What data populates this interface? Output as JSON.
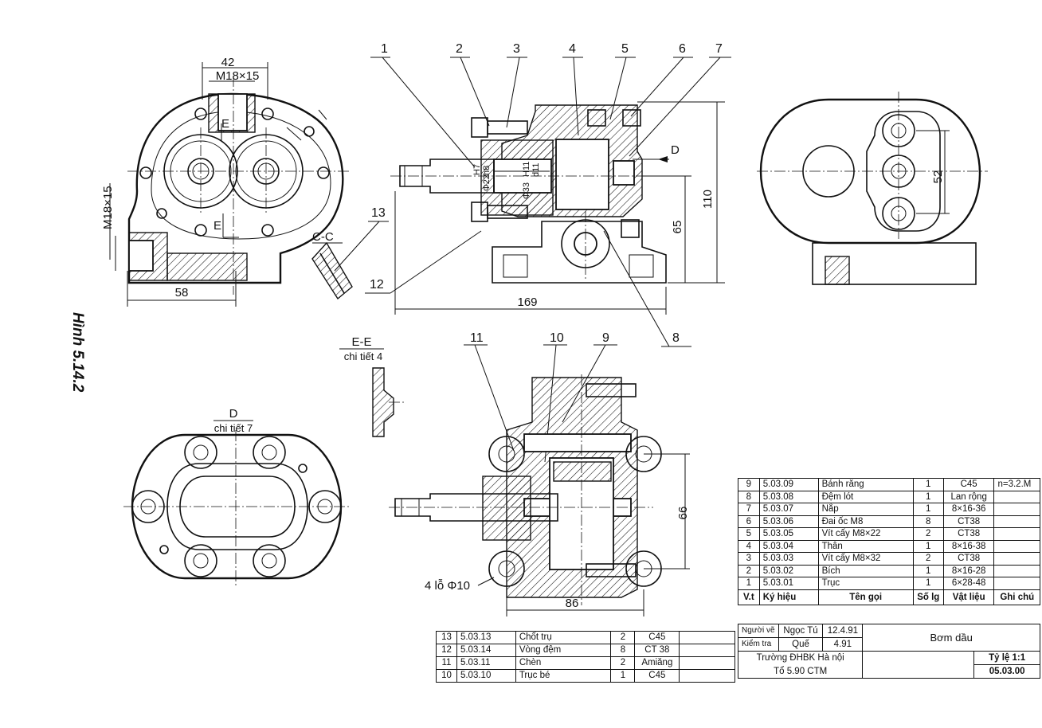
{
  "figure": {
    "label": "Hình 5.14.2"
  },
  "callouts": [
    "1",
    "2",
    "3",
    "4",
    "5",
    "6",
    "7",
    "8",
    "9",
    "10",
    "11",
    "12",
    "13"
  ],
  "dimensions": {
    "d42": "42",
    "thread_top": "M18×15",
    "thread_side": "M18×15",
    "d58": "58",
    "d169": "169",
    "d110": "110",
    "d65": "65",
    "d52": "52",
    "d66": "66",
    "d86": "86",
    "holes": "4 lỗ Φ10",
    "fit_h7": "H7",
    "fit_h8": "h8",
    "fit_h11": "H11",
    "fit_d11": "d11",
    "dia22": "Φ22",
    "dia33": "Φ33"
  },
  "labels": {
    "section_e": "E",
    "section_e2": "E",
    "section_cc": "C-C",
    "view_ee": "E-E",
    "view_ee_sub": "chi tiết 4",
    "view_d": "D",
    "view_d_sub": "chi tiết 7",
    "arrow_d": "D"
  },
  "parts_list": {
    "rows": [
      [
        "9",
        "5.03.09",
        "Bánh răng",
        "1",
        "C45",
        "n=3.2.M"
      ],
      [
        "8",
        "5.03.08",
        "Đệm lót",
        "1",
        "Lan rộng",
        ""
      ],
      [
        "7",
        "5.03.07",
        "Nắp",
        "1",
        "8×16-36",
        ""
      ],
      [
        "6",
        "5.03.06",
        "Đai ốc M8",
        "8",
        "CT38",
        ""
      ],
      [
        "5",
        "5.03.05",
        "Vít cấy M8×22",
        "2",
        "CT38",
        ""
      ],
      [
        "4",
        "5.03.04",
        "Thân",
        "1",
        "8×16-38",
        ""
      ],
      [
        "3",
        "5.03.03",
        "Vít cấy M8×32",
        "2",
        "CT38",
        ""
      ],
      [
        "2",
        "5.03.02",
        "Bích",
        "1",
        "8×16-28",
        ""
      ],
      [
        "1",
        "5.03.01",
        "Trục",
        "1",
        "6×28-48",
        ""
      ]
    ],
    "header": [
      "V.t",
      "Ký hiệu",
      "Tên gọi",
      "Số lg",
      "Vật liệu",
      "Ghi chú"
    ]
  },
  "title_block": {
    "drawn_label": "Người vẽ",
    "drawn_name": "Ngọc Tú",
    "drawn_date": "12.4.91",
    "checked_label": "Kiểm tra",
    "checked_name": "Quế",
    "checked_date": "4.91",
    "title": "Bơm dầu",
    "school": "Trường ĐHBK Hà nội",
    "group": "Tổ 5.90 CTM",
    "scale": "Tỷ lệ 1:1",
    "drawing_no": "05.03.00"
  },
  "lower_parts": {
    "rows": [
      [
        "13",
        "5.03.13",
        "Chốt trụ",
        "2",
        "C45",
        ""
      ],
      [
        "12",
        "5.03.14",
        "Vòng đệm",
        "8",
        "CT 38",
        ""
      ],
      [
        "11",
        "5.03.11",
        "Chèn",
        "2",
        "Amiăng",
        ""
      ],
      [
        "10",
        "5.03.10",
        "Trục bé",
        "1",
        "C45",
        ""
      ]
    ]
  }
}
